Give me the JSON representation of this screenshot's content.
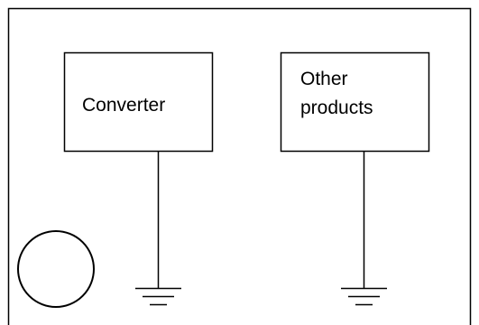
{
  "boxes": {
    "converter": {
      "label": "Converter"
    },
    "other": {
      "line1": "Other",
      "line2": "products"
    }
  },
  "colors": {
    "stroke": "#000000",
    "background": "#ffffff"
  },
  "icons": {
    "circle": "circle-icon",
    "ground": "ground-symbol-icon"
  }
}
